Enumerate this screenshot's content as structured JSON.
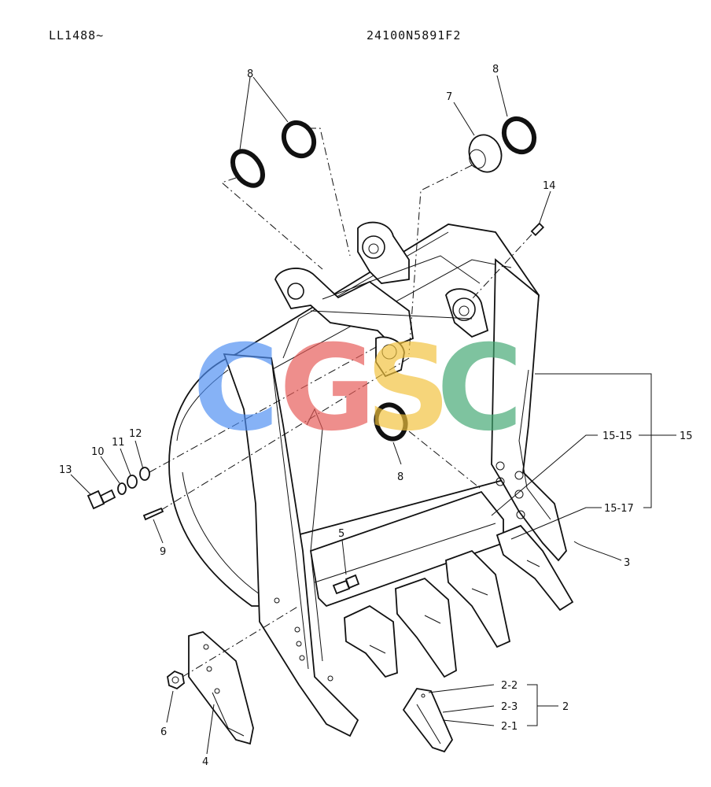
{
  "header": {
    "left_code": "LL1488~",
    "right_code": "24100N5891F2"
  },
  "watermark": {
    "letters": [
      "C",
      "G",
      "S",
      "C"
    ],
    "colors": [
      "#4e8ef2",
      "#e75a57",
      "#f2c23c",
      "#42a872"
    ]
  },
  "callouts": {
    "c8a": "8",
    "c8b": "8",
    "c8c": "8",
    "c7": "7",
    "c14": "14",
    "c15_15": "15-15",
    "c15": "15",
    "c15_17": "15-17",
    "c3": "3",
    "c12": "12",
    "c11": "11",
    "c10": "10",
    "c13": "13",
    "c9": "9",
    "c5": "5",
    "c2_2": "2-2",
    "c2_3": "2-3",
    "c2_1": "2-1",
    "c2": "2",
    "c6": "6",
    "c4": "4"
  }
}
